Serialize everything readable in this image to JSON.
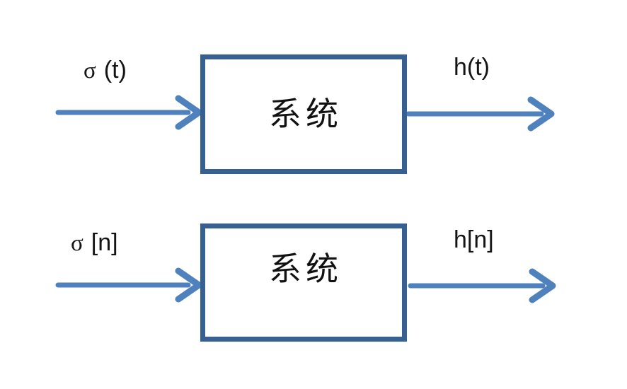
{
  "diagram": {
    "title": "impulse-response-system-block-diagram",
    "top": {
      "input_sigma": "σ",
      "input_suffix": "(t)",
      "box_label": "系统",
      "output_label": "h(t)"
    },
    "bottom": {
      "input_sigma": "σ",
      "input_suffix": "[n]",
      "box_label": "系统",
      "output_label": "h[n]"
    },
    "colors": {
      "arrow": "#4f81bd",
      "box_border": "#376092",
      "text": "#141414",
      "background": "#ffffff"
    }
  }
}
